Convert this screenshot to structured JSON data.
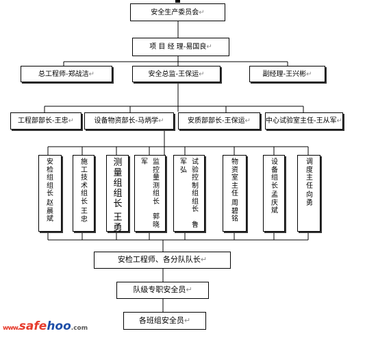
{
  "level1": {
    "committee": "安全生产委员会"
  },
  "level2": {
    "project_manager": "项 目 经 理-易国良"
  },
  "level3": {
    "chief_engineer": "总工程师-郑战洁",
    "safety_director": "安全总监-王保运",
    "deputy_manager": "副经理-王兴彬"
  },
  "level4": {
    "engineering": "工程部部长-王忠",
    "equipment": "设备物资部长-马炳学",
    "quality": "安质部部长-王保运",
    "lab": "中心试验室主任-王从军"
  },
  "level5": [
    {
      "col1": "安检组组长",
      "col2": "赵晨斌"
    },
    {
      "col1": "施工技术组长",
      "col2": "王忠"
    },
    {
      "col1": "测量组组长",
      "col2": "王勇"
    },
    {
      "col0": "军",
      "col1": "监控量测组长",
      "col2": "郭晓"
    },
    {
      "col0": "军弘",
      "col1": "试验控制组组长",
      "col2": "鲁"
    },
    {
      "col1": "物资室主任",
      "col2": "周碧铭"
    },
    {
      "col1": "设备组长",
      "col2": "孟庆斌"
    },
    {
      "col1": "调度主任",
      "col2": "向勇"
    }
  ],
  "bottom": {
    "inspectors": "安检工程师、各分队队长",
    "team_officer": "队级专职安全员",
    "group_officer": "各班组安全员"
  },
  "watermark": {
    "prefix": "www.",
    "brand_a": "safe",
    "brand_b": "hoo",
    "suffix": ".com"
  },
  "colors": {
    "line": "#000000",
    "box_border": "#000000",
    "watermark_red": "#e63a2b",
    "watermark_blue": "#1f4fa8"
  }
}
